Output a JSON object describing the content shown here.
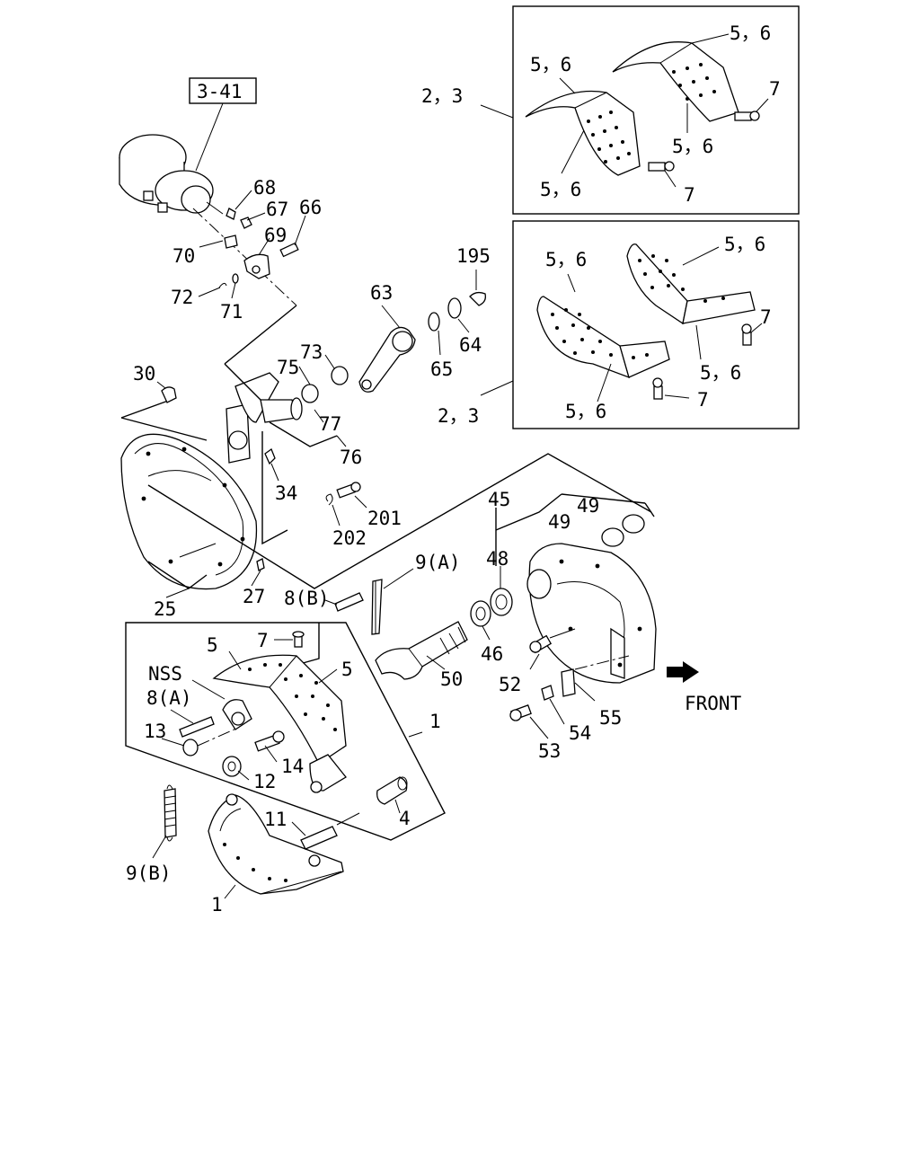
{
  "ref_box": "3-41",
  "front_label": "FRONT",
  "callouts": {
    "c_5_6_a": "5，6",
    "c_5_6_b": "5，6",
    "c_7_a": "7",
    "c_2_3_a": "2，3",
    "c_5_6_c": "5，6",
    "c_5_6_d": "5，6",
    "c_7_b": "7",
    "c_5_6_e": "5，6",
    "c_5_6_f": "5，6",
    "c_7_c": "7",
    "c_5_6_g": "5，6",
    "c_5_6_h": "5，6",
    "c_7_d": "7",
    "c_2_3_b": "2，3",
    "c_68": "68",
    "c_67": "67",
    "c_66": "66",
    "c_69": "69",
    "c_70": "70",
    "c_72": "72",
    "c_71": "71",
    "c_195": "195",
    "c_63": "63",
    "c_64": "64",
    "c_65": "65",
    "c_73": "73",
    "c_75": "75",
    "c_77": "77",
    "c_76": "76",
    "c_30": "30",
    "c_34": "34",
    "c_201": "201",
    "c_202": "202",
    "c_45": "45",
    "c_49_a": "49",
    "c_49_b": "49",
    "c_48": "48",
    "c_9a": "9(A)",
    "c_8b": "8(B)",
    "c_27": "27",
    "c_25": "25",
    "c_46": "46",
    "c_50": "50",
    "c_52": "52",
    "c_55": "55",
    "c_54": "54",
    "c_53": "53",
    "c_5_a": "5",
    "c_7_e": "7",
    "c_5_b": "5",
    "c_nss": "NSS",
    "c_8a": "8(A)",
    "c_13": "13",
    "c_14": "14",
    "c_12": "12",
    "c_1_a": "1",
    "c_11": "11",
    "c_4": "4",
    "c_9b": "9(B)",
    "c_1_b": "1"
  }
}
